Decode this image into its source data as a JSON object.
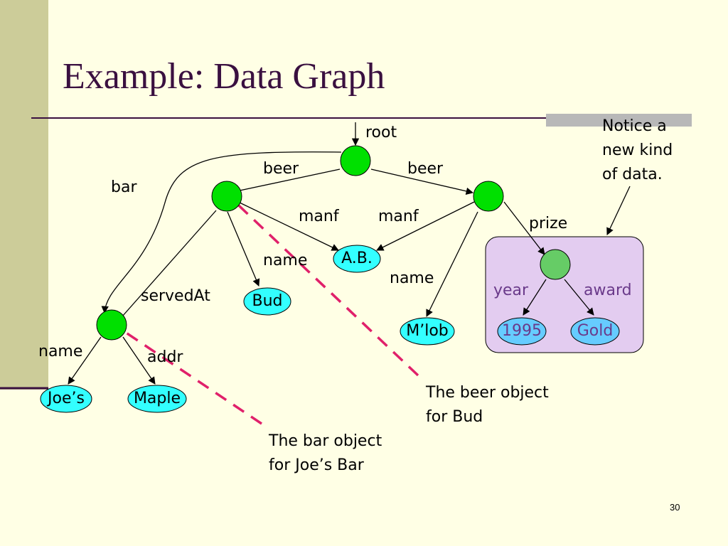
{
  "slide": {
    "title": "Example: Data Graph",
    "page_number": "30",
    "colors": {
      "background": "#FFFFE5",
      "left_band": "#CCCC99",
      "title_text": "#3A1040",
      "rule": "#3A1040",
      "green_node": "#00E000",
      "value_oval": "#33FFFF",
      "prize_box": "#E3CCF0",
      "prize_node": "#66CC66",
      "prize_oval": "#66CCFF",
      "dashed_arrow": "#E0206A"
    }
  },
  "graph": {
    "edge_labels": {
      "root": "root",
      "beer_left": "beer",
      "beer_right": "beer",
      "bar": "bar",
      "manf_left": "manf",
      "manf_right": "manf",
      "prize": "prize",
      "name_bud": "name",
      "name_mlob": "name",
      "served_at": "servedAt",
      "year": "year",
      "award": "award",
      "name_joes": "name",
      "addr": "addr"
    },
    "values": {
      "ab": "A.B.",
      "bud": "Bud",
      "mlob": "M’lob",
      "year_value": "1995",
      "award_value": "Gold",
      "joes": "Joe’s",
      "maple": "Maple"
    }
  },
  "annotations": {
    "notice": [
      "Notice a",
      "new kind",
      "of data."
    ],
    "beer_object": [
      "The beer object",
      "for Bud"
    ],
    "bar_object": [
      "The bar object",
      "for Joe’s Bar"
    ]
  }
}
